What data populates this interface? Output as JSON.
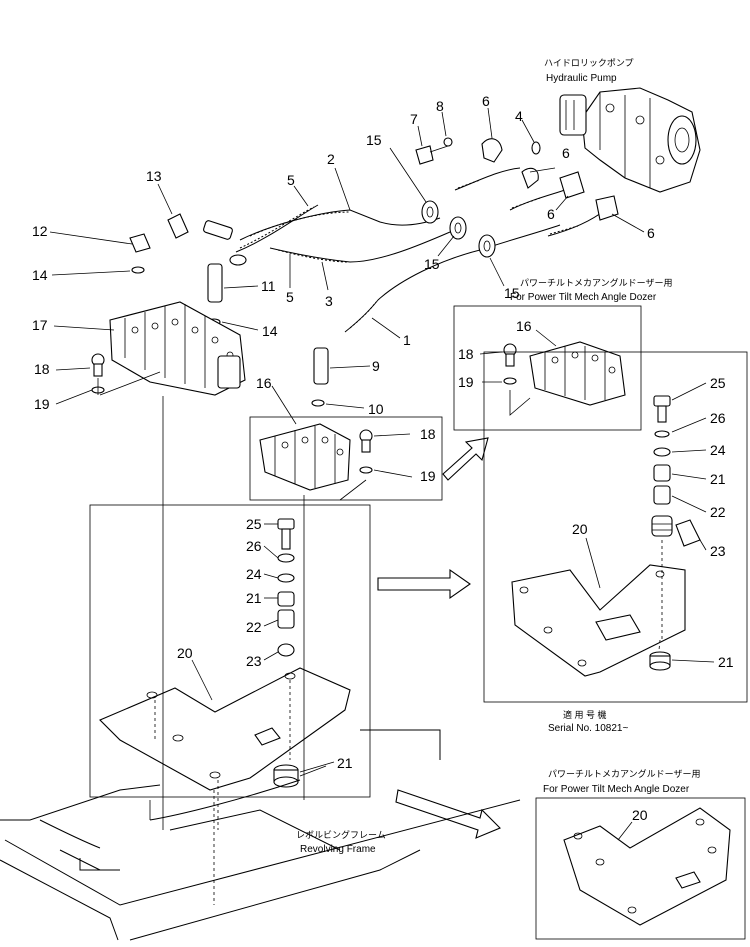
{
  "captions": {
    "pump_jp": "ハイドロリックポンプ",
    "pump_en": "Hydraulic Pump",
    "tilt1_jp": "パワーチルトメカアングルドーザー用",
    "tilt1_en": "For Power Tilt Mech Angle Dozer",
    "tilt2_jp": "パワーチルトメカアングルドーザー用",
    "tilt2_en": "For Power Tilt Mech Angle Dozer",
    "serial_jp": "適 用 号 機",
    "serial_en": "Serial No. 10821~",
    "frame_jp": "レボルビングフレーム",
    "frame_en": "Revolving Frame"
  },
  "callouts": {
    "c1": "1",
    "c2": "2",
    "c3": "3",
    "c4": "4",
    "c5a": "5",
    "c5b": "5",
    "c6a": "6",
    "c6b": "6",
    "c6c": "6",
    "c6d": "6",
    "c7": "7",
    "c8": "8",
    "c9": "9",
    "c10": "10",
    "c11": "11",
    "c12": "12",
    "c13": "13",
    "c14a": "14",
    "c14b": "14",
    "c15a": "15",
    "c15b": "15",
    "c15c": "15",
    "c16a": "16",
    "c16b": "16",
    "c17": "17",
    "c18a": "18",
    "c18b": "18",
    "c18c": "18",
    "c19a": "19",
    "c19b": "19",
    "c19c": "19",
    "c20a": "20",
    "c20b": "20",
    "c20c": "20",
    "c21a": "21",
    "c21b": "21",
    "c21c": "21",
    "c21d": "21",
    "c22a": "22",
    "c22b": "22",
    "c23a": "23",
    "c23b": "23",
    "c24a": "24",
    "c24b": "24",
    "c25a": "25",
    "c25b": "25",
    "c26a": "26",
    "c26b": "26"
  }
}
